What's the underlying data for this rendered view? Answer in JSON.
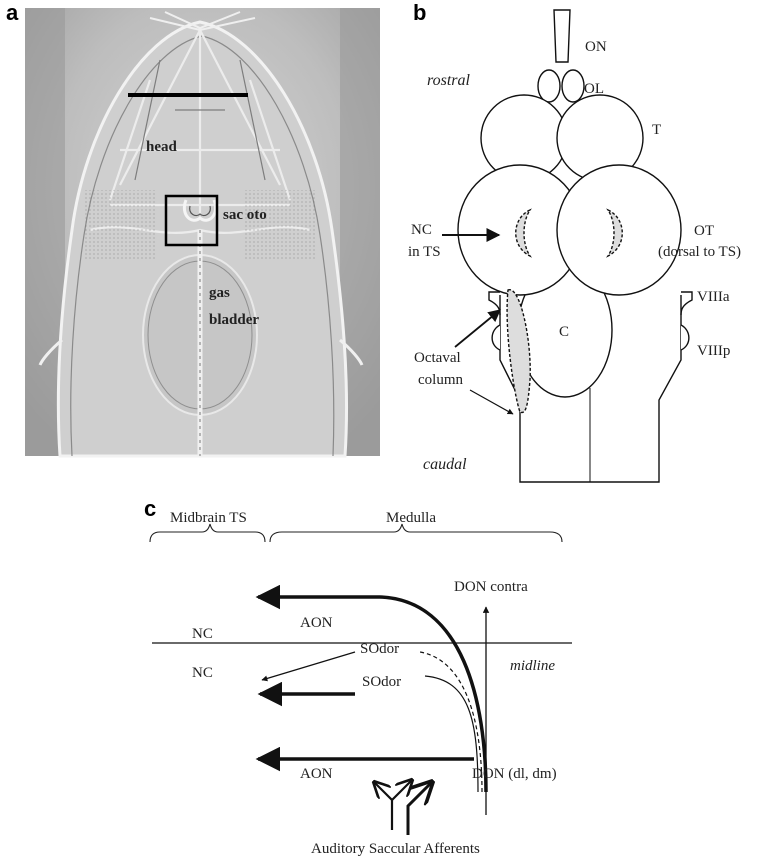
{
  "panels": {
    "a": {
      "letter": "a",
      "labels": {
        "head": "head",
        "sac_oto": "sac oto",
        "gas": "gas",
        "bladder": "bladder"
      }
    },
    "b": {
      "letter": "b",
      "labels": {
        "ON": "ON",
        "OL": "OL",
        "rostral": "rostral",
        "T": "T",
        "NC": "NC",
        "in_TS": "in TS",
        "OT": "OT",
        "dorsal_to_TS": "(dorsal to TS)",
        "VIIIa": "VIIIa",
        "C": "C",
        "Octaval": "Octaval",
        "column": "column",
        "VIIIp": "VIIIp",
        "caudal": "caudal"
      }
    },
    "c": {
      "letter": "c",
      "labels": {
        "midbrain_TS": "Midbrain TS",
        "medulla": "Medulla",
        "DON_contra": "DON contra",
        "AON_top": "AON",
        "NC_top": "NC",
        "SOdor_top": "SOdor",
        "NC_bottom": "NC",
        "SOdor_bottom": "SOdor",
        "midline": "midline",
        "AON_bottom": "AON",
        "DON_dl_dm": "DON (dl, dm)",
        "afferents": "Auditory Saccular Afferents"
      }
    }
  },
  "colors": {
    "ink": "#111111",
    "photo_bg": "#b7b7b7",
    "highlight_fill": "#dddddd"
  }
}
